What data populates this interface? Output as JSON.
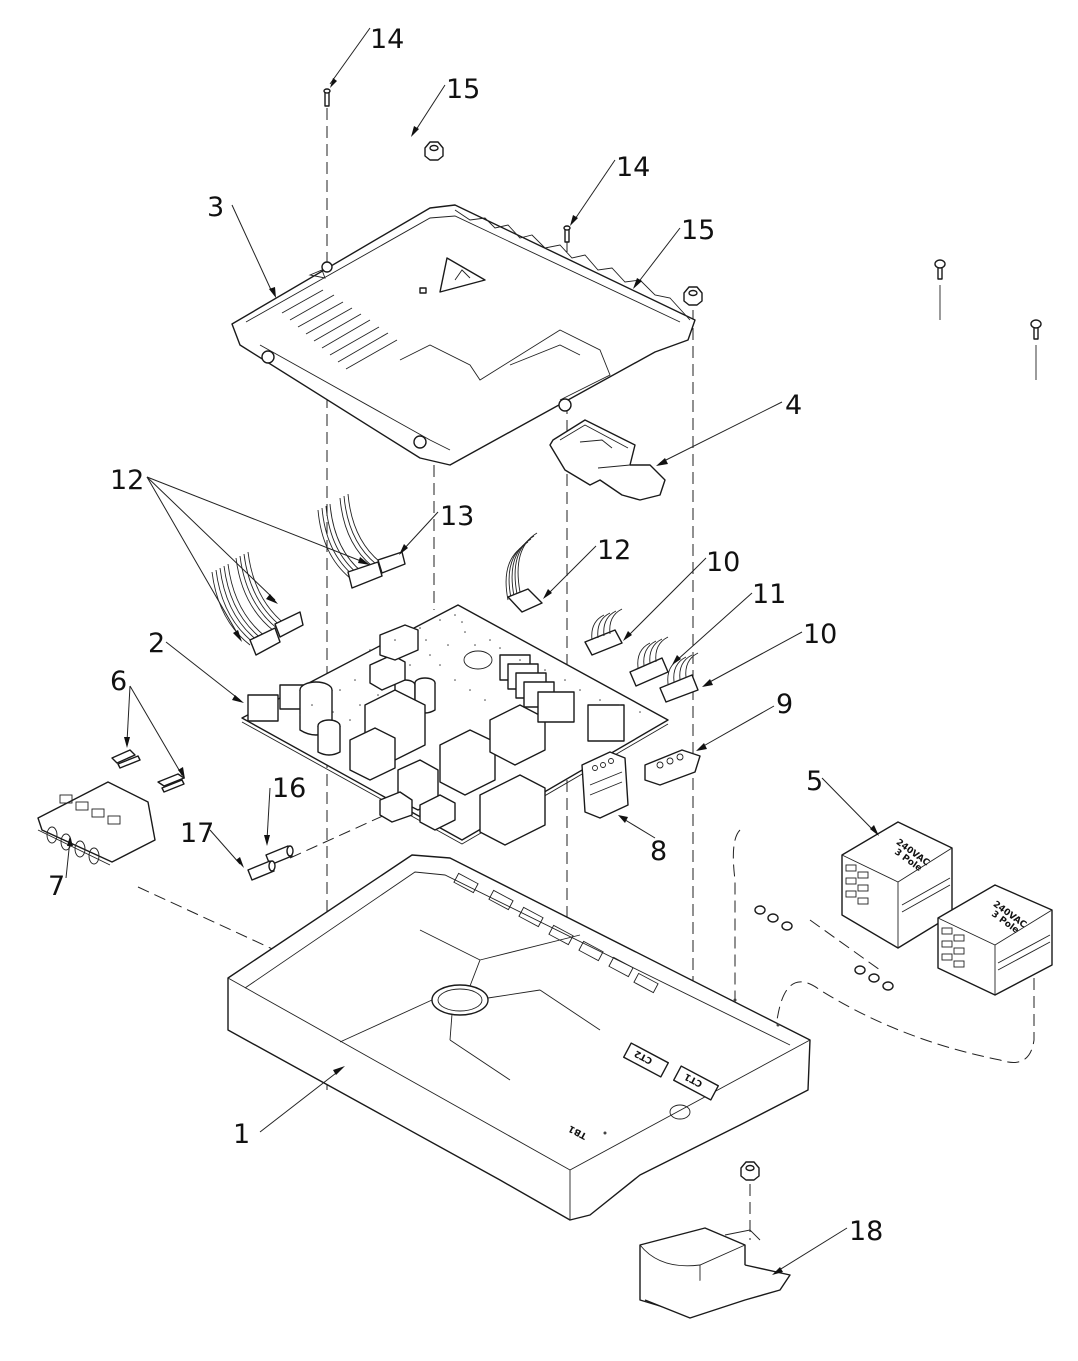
{
  "diagram": {
    "type": "exploded-parts-view",
    "callouts": [
      {
        "id": "c1",
        "label": "1",
        "part": "base-tray"
      },
      {
        "id": "c2",
        "label": "2",
        "part": "control-board"
      },
      {
        "id": "c3",
        "label": "3",
        "part": "cover"
      },
      {
        "id": "c4",
        "label": "4",
        "part": "connector-bracket"
      },
      {
        "id": "c5",
        "label": "5",
        "part": "relay-block"
      },
      {
        "id": "c6",
        "label": "6",
        "part": "terminal-screws"
      },
      {
        "id": "c7",
        "label": "7",
        "part": "terminal-block"
      },
      {
        "id": "c8",
        "label": "8",
        "part": "plug-connector"
      },
      {
        "id": "c9",
        "label": "9",
        "part": "wire-connector"
      },
      {
        "id": "c10a",
        "label": "10",
        "part": "harness-connector"
      },
      {
        "id": "c10b",
        "label": "10",
        "part": "harness-connector"
      },
      {
        "id": "c11",
        "label": "11",
        "part": "harness-connector"
      },
      {
        "id": "c12a",
        "label": "12",
        "part": "ribbon-harness"
      },
      {
        "id": "c12b",
        "label": "12",
        "part": "ribbon-harness"
      },
      {
        "id": "c13",
        "label": "13",
        "part": "ribbon-connector"
      },
      {
        "id": "c14a",
        "label": "14",
        "part": "screw"
      },
      {
        "id": "c14b",
        "label": "14",
        "part": "screw"
      },
      {
        "id": "c15a",
        "label": "15",
        "part": "nut"
      },
      {
        "id": "c15b",
        "label": "15",
        "part": "nut"
      },
      {
        "id": "c16",
        "label": "16",
        "part": "fuse"
      },
      {
        "id": "c17",
        "label": "17",
        "part": "fuse"
      },
      {
        "id": "c18",
        "label": "18",
        "part": "transformer"
      }
    ],
    "part_markings": {
      "relay_voltage": "240VAC",
      "relay_poles": "3 Pole",
      "base_ct1": "CT1",
      "base_ct2": "CT2",
      "base_tb1": "TB1"
    }
  }
}
